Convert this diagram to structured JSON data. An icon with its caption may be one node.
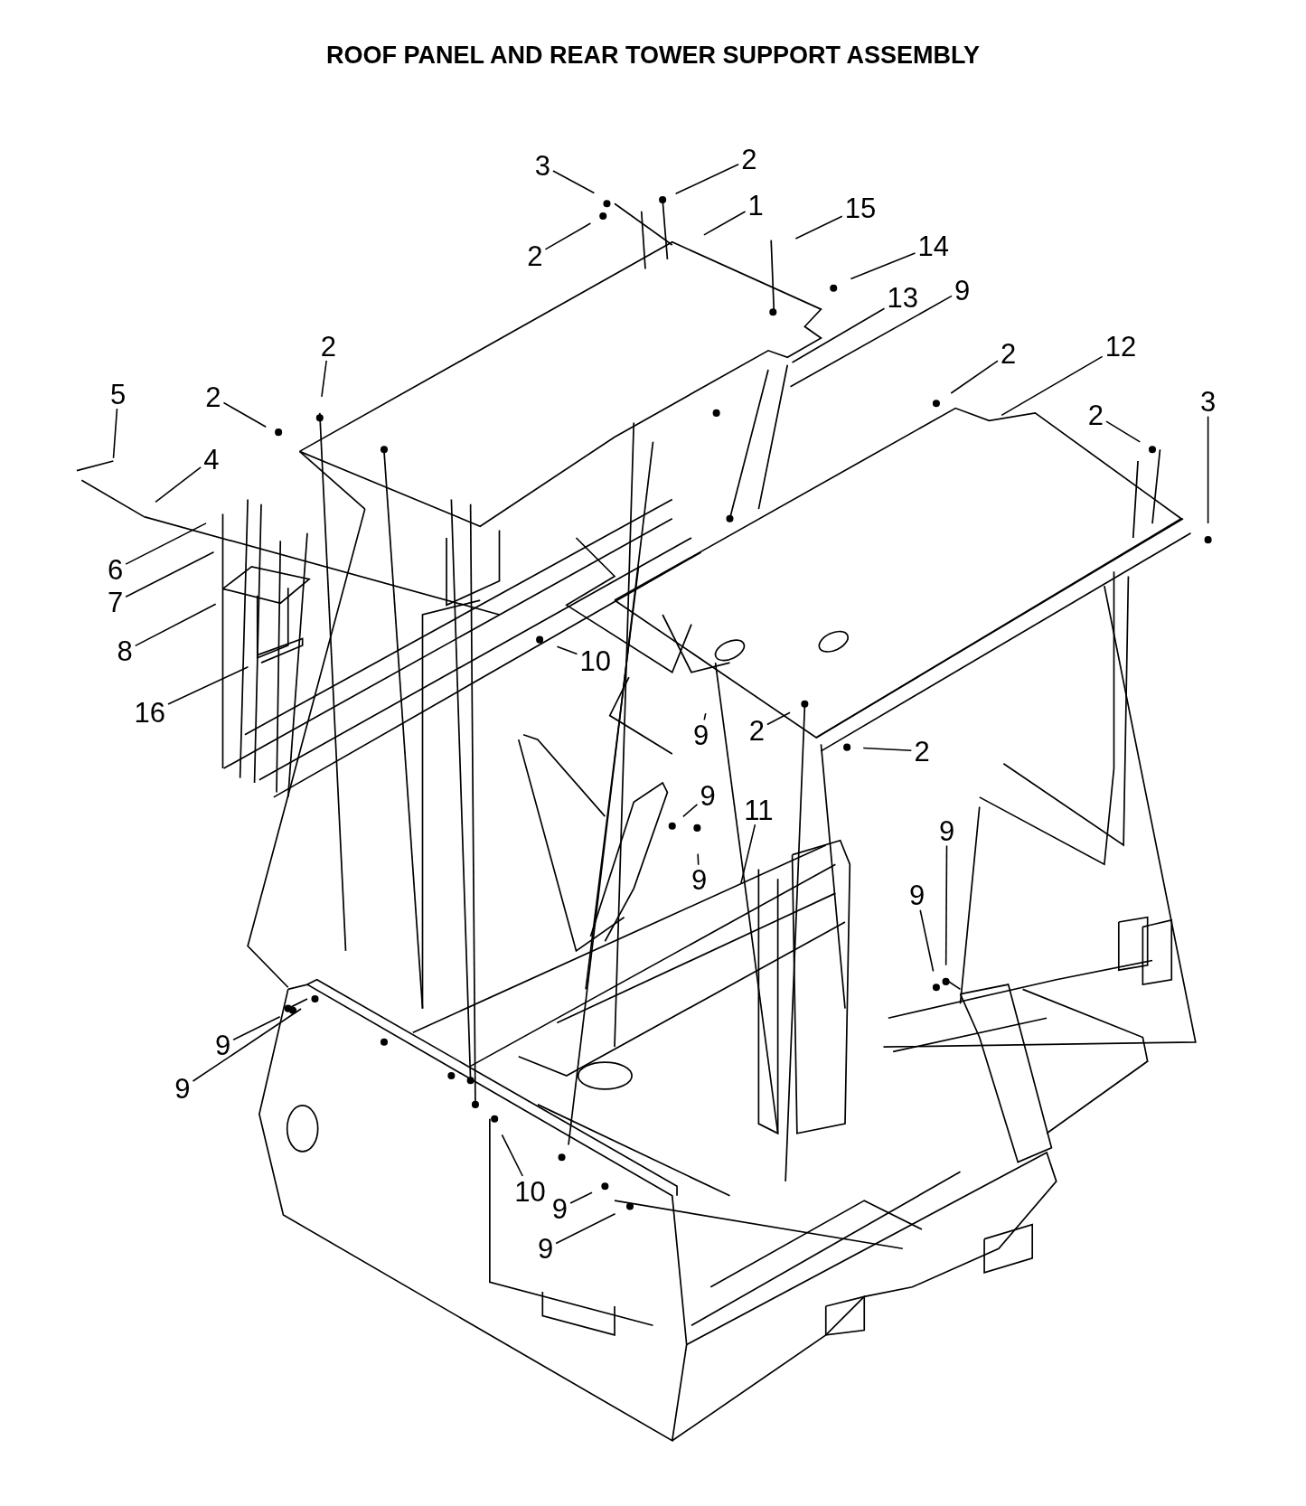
{
  "diagram": {
    "title": "ROOF PANEL AND REAR TOWER SUPPORT ASSEMBLY",
    "nodes": [
      {
        "text": [
          "3"
        ]
      },
      {
        "text": [
          "2"
        ]
      },
      {
        "text": [
          "2"
        ]
      },
      {
        "text": [
          "1"
        ]
      },
      {
        "text": [
          "15"
        ]
      },
      {
        "text": [
          "14"
        ]
      },
      {
        "text": [
          "13"
        ]
      },
      {
        "text": [
          "9"
        ]
      },
      {
        "text": [
          "2"
        ]
      },
      {
        "text": [
          "2"
        ]
      },
      {
        "text": [
          "12"
        ]
      },
      {
        "text": [
          "5"
        ]
      },
      {
        "text": [
          "2"
        ]
      },
      {
        "text": [
          "4"
        ]
      },
      {
        "text": [
          "2"
        ]
      },
      {
        "text": [
          "3"
        ]
      },
      {
        "text": [
          "6"
        ]
      },
      {
        "text": [
          "7"
        ]
      },
      {
        "text": [
          "8"
        ]
      },
      {
        "text": [
          "16"
        ]
      },
      {
        "text": [
          "10"
        ]
      },
      {
        "text": [
          "9"
        ]
      },
      {
        "text": [
          "2"
        ]
      },
      {
        "text": [
          "2"
        ]
      },
      {
        "text": [
          "9"
        ]
      },
      {
        "text": [
          "11"
        ]
      },
      {
        "text": [
          "9"
        ]
      },
      {
        "text": [
          "9"
        ]
      },
      {
        "text": [
          "9"
        ]
      },
      {
        "text": [
          "9"
        ]
      },
      {
        "text": [
          "9"
        ]
      },
      {
        "text": [
          "10"
        ]
      },
      {
        "text": [
          "9"
        ]
      },
      {
        "text": [
          "9"
        ]
      }
    ],
    "edges": [
      {
        "from": 0,
        "to": null,
        "arrow": "none"
      },
      {
        "from": 1,
        "to": null,
        "arrow": "none"
      },
      {
        "from": 2,
        "to": null,
        "arrow": "none"
      },
      {
        "from": 3,
        "to": null,
        "arrow": "none"
      },
      {
        "from": 4,
        "to": null,
        "arrow": "none"
      },
      {
        "from": 5,
        "to": null,
        "arrow": "none"
      },
      {
        "from": 6,
        "to": null,
        "arrow": "none"
      },
      {
        "from": 7,
        "to": null,
        "arrow": "none"
      },
      {
        "from": 8,
        "to": null,
        "arrow": "none"
      },
      {
        "from": 9,
        "to": null,
        "arrow": "none"
      },
      {
        "from": 10,
        "to": null,
        "arrow": "none"
      },
      {
        "from": 11,
        "to": null,
        "arrow": "none"
      },
      {
        "from": 12,
        "to": null,
        "arrow": "none"
      },
      {
        "from": 13,
        "to": null,
        "arrow": "none"
      },
      {
        "from": 14,
        "to": null,
        "arrow": "none"
      },
      {
        "from": 15,
        "to": null,
        "arrow": "none"
      },
      {
        "from": 16,
        "to": null,
        "arrow": "none"
      },
      {
        "from": 17,
        "to": null,
        "arrow": "none"
      },
      {
        "from": 18,
        "to": null,
        "arrow": "none"
      },
      {
        "from": 19,
        "to": null,
        "arrow": "none"
      },
      {
        "from": 20,
        "to": null,
        "arrow": "none"
      },
      {
        "from": 21,
        "to": null,
        "arrow": "none"
      },
      {
        "from": 22,
        "to": null,
        "arrow": "none"
      },
      {
        "from": 23,
        "to": null,
        "arrow": "none"
      },
      {
        "from": 24,
        "to": null,
        "arrow": "none"
      },
      {
        "from": 25,
        "to": null,
        "arrow": "none"
      },
      {
        "from": 26,
        "to": null,
        "arrow": "none"
      },
      {
        "from": 27,
        "to": null,
        "arrow": "none"
      },
      {
        "from": 28,
        "to": null,
        "arrow": "none"
      },
      {
        "from": 29,
        "to": null,
        "arrow": "none"
      },
      {
        "from": 30,
        "to": null,
        "arrow": "none"
      },
      {
        "from": 31,
        "to": null,
        "arrow": "none"
      },
      {
        "from": 32,
        "to": null,
        "arrow": "none"
      },
      {
        "from": 33,
        "to": null,
        "arrow": "none"
      }
    ]
  }
}
